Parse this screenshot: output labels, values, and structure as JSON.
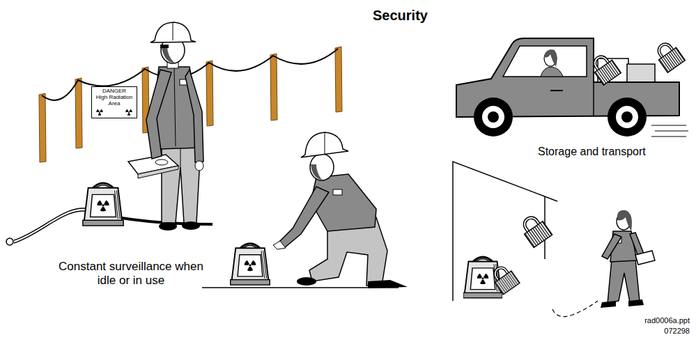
{
  "diagram": {
    "title": "Security",
    "nodes": [
      {
        "text": [
          "DANGER",
          "High Radiation Area"
        ]
      }
    ],
    "labels": [
      "Constant surveillance when idle or in use",
      "Storage and transport",
      "rad0006a.ppt",
      "072298"
    ]
  }
}
